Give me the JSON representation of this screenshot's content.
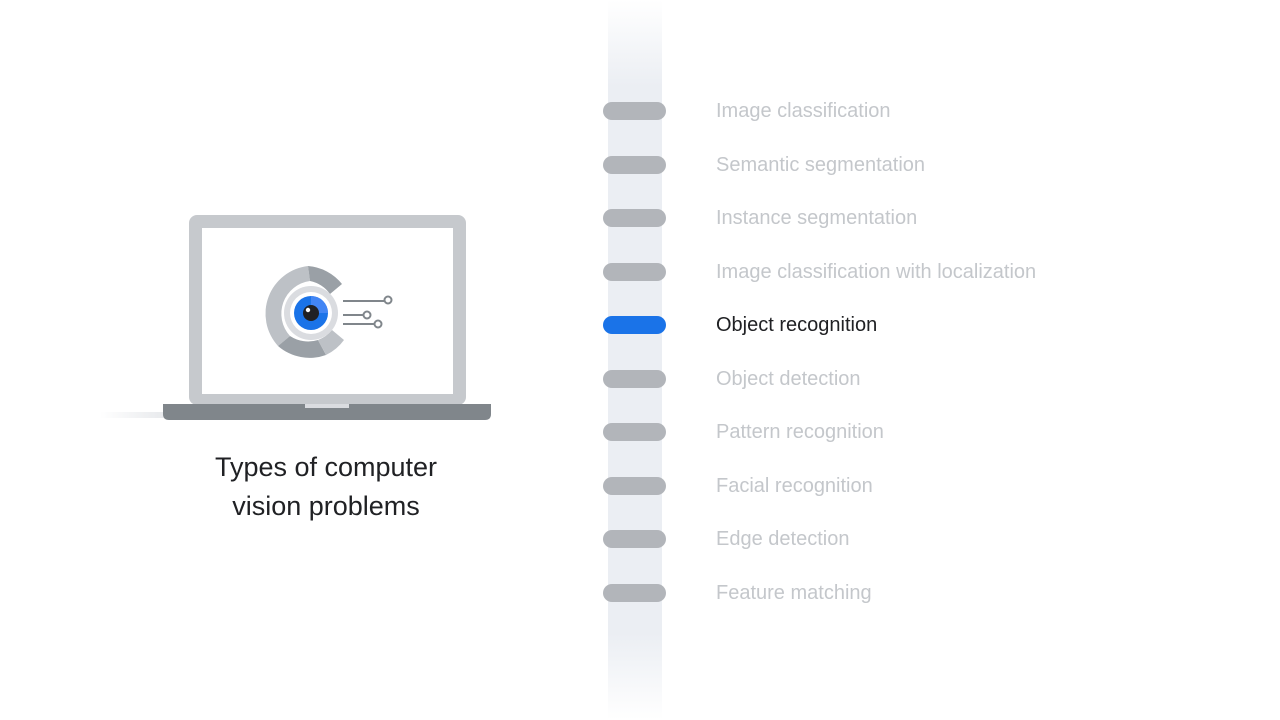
{
  "caption": {
    "line1": "Types of computer",
    "line2": "vision problems"
  },
  "illustration": {
    "icon": "laptop-eye-icon"
  },
  "timeline": {
    "active_index": 4,
    "active_color": "#1a73e8",
    "inactive_color": "#b2b5ba",
    "items": [
      "Image classification",
      "Semantic segmentation",
      "Instance segmentation",
      "Image classification with localization",
      "Object recognition",
      "Object detection",
      "Pattern recognition",
      "Facial recognition",
      "Edge detection",
      "Feature matching"
    ]
  }
}
